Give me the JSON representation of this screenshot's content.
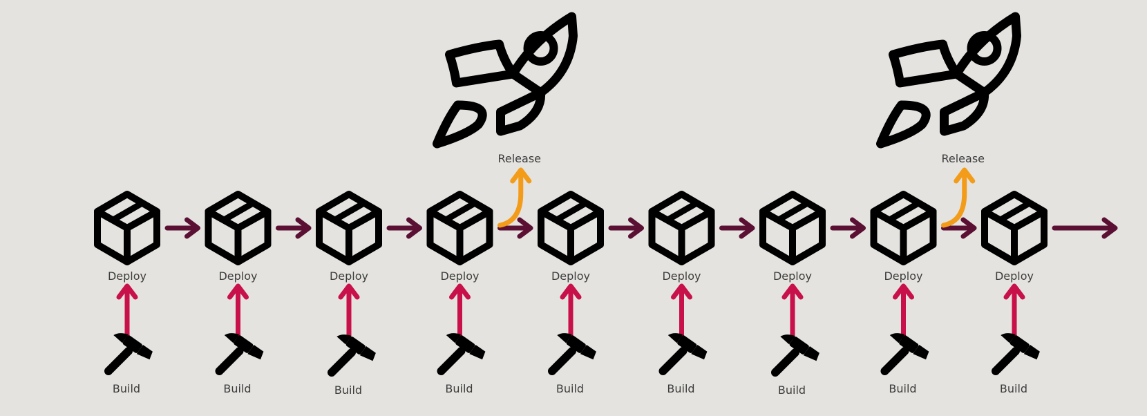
{
  "labels": {
    "deploy": "Deploy",
    "build": "Build",
    "release": "Release"
  },
  "stages": [
    {
      "deploy": "Deploy",
      "build": "Build",
      "release": false
    },
    {
      "deploy": "Deploy",
      "build": "Build",
      "release": false
    },
    {
      "deploy": "Deploy",
      "build": "Build",
      "release": false
    },
    {
      "deploy": "Deploy",
      "build": "Build",
      "release": true
    },
    {
      "deploy": "Deploy",
      "build": "Build",
      "release": false
    },
    {
      "deploy": "Deploy",
      "build": "Build",
      "release": false
    },
    {
      "deploy": "Deploy",
      "build": "Build",
      "release": false
    },
    {
      "deploy": "Deploy",
      "build": "Build",
      "release": true
    },
    {
      "deploy": "Deploy",
      "build": "Build",
      "release": false
    }
  ],
  "icons": {
    "deploy": "package-box-icon",
    "build": "hammer-icon",
    "release": "rocket-icon"
  },
  "colors": {
    "background": "#e4e3df",
    "pipeline_arrow": "#5a0f33",
    "build_arrow": "#c8104a",
    "release_arrow": "#f39c19",
    "icon": "#000000",
    "label": "#3c3c3c"
  }
}
